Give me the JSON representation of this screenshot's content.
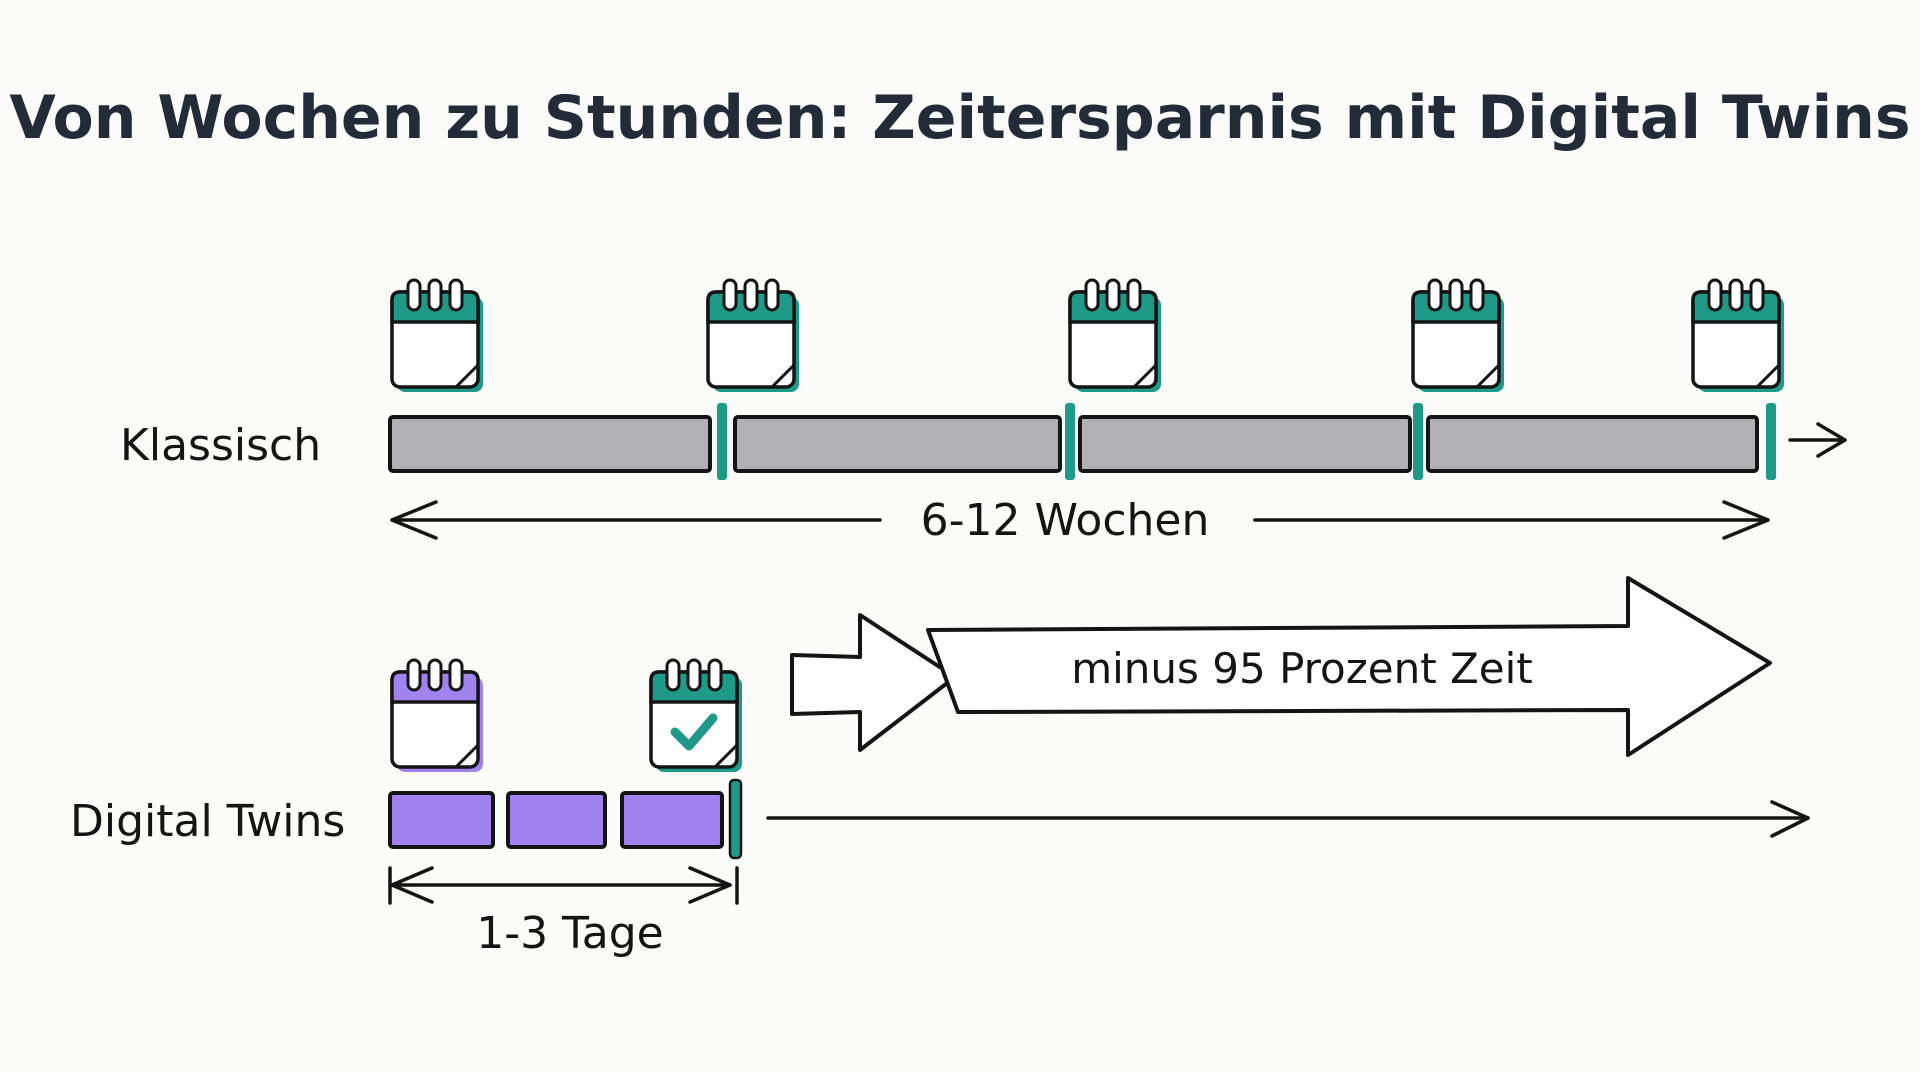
{
  "title": "Von Wochen zu Stunden: Zeitersparnis mit Digital Twins",
  "classic": {
    "label": "Klassisch",
    "duration": "6-12 Wochen",
    "segments": 4,
    "calendars": 5
  },
  "digital": {
    "label": "Digital Twins",
    "duration": "1-3 Tage",
    "segments": 3
  },
  "savings": {
    "label": "minus 95 Prozent Zeit"
  },
  "colors": {
    "teal": "#1f9a88",
    "purple": "#a183ef",
    "gray": "#b0b0b5",
    "ink": "#141414",
    "title": "#232b39"
  },
  "icons": {
    "calendar": "calendar-icon",
    "calendar_done": "calendar-check-icon"
  }
}
